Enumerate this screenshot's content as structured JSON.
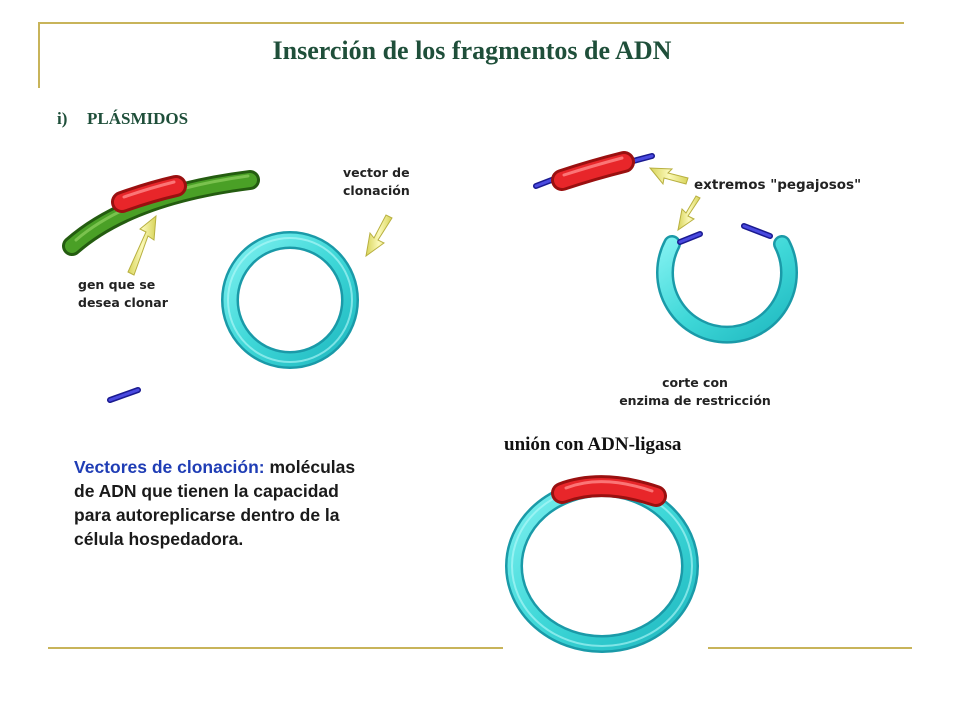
{
  "slide": {
    "title": "Inserción de los fragmentos de ADN",
    "section_marker": "i)",
    "section_title": "PLÁSMIDOS"
  },
  "diagram_labels": {
    "cloning_vector": [
      "vector de",
      "clonación"
    ],
    "target_gene": [
      "gen que se",
      "desea clonar"
    ],
    "sticky_ends": "extremos \"pegajosos\"",
    "restriction_cut": [
      "corte con",
      "enzima de restricción"
    ],
    "ligase_union": "unión con ADN-ligasa"
  },
  "definition": {
    "term": "Vectores de clonación:",
    "text": "moléculas de ADN que tienen la capacidad para autoreplicarse dentro de la célula hospedadora."
  },
  "colors": {
    "accent_line": "#c8b45a",
    "title_text": "#1f4f3a",
    "plasmid_cyan": "#3fd8d8",
    "gene_red": "#e8262a",
    "dna_green": "#3a8a1e",
    "sticky_end_blue": "#3a3ad8",
    "arrow_yellow": "#f6f29a",
    "definition_term": "#1f3db5"
  }
}
